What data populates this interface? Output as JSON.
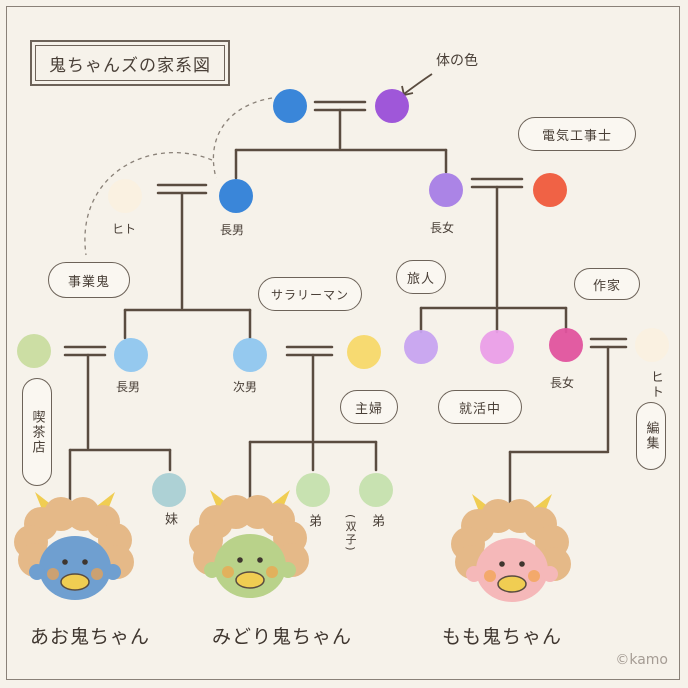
{
  "title": "鬼ちゃんズの家系図",
  "annotations": {
    "body_color": "体の色",
    "electrician": "電気工事士",
    "business_oni": "事業鬼",
    "salaryman": "サラリーマン",
    "traveler": "旅人",
    "writer": "作家",
    "cafe": "喫茶店",
    "housewife": "主婦",
    "job_hunting": "就活中",
    "editor": "編集"
  },
  "labels": {
    "hito1": "ヒト",
    "eldest_son1": "長男",
    "eldest_daughter1": "長女",
    "eldest_son2": "長男",
    "second_son": "次男",
    "eldest_daughter2": "長女",
    "hito2": "ヒト",
    "younger_sister": "妹",
    "younger_brother1": "弟",
    "younger_brother2": "弟",
    "twins": "(双子)"
  },
  "characters": {
    "ao": "あお鬼ちゃん",
    "midori": "みどり鬼ちゃん",
    "momo": "もも鬼ちゃん"
  },
  "colors": {
    "line": "#5a4c40",
    "blue": "#2f7fd8",
    "purple": "#9a4ed8",
    "cream": "#faf0e0",
    "lavender": "#a77de6",
    "red": "#ef5a3c",
    "sage": "#c9dca0",
    "lightblue": "#8fc6ef",
    "yellow": "#f7d86a",
    "lilac": "#c7a3f0",
    "pink": "#ea9ee8",
    "magenta": "#e0539e",
    "teal": "#a9cfd4",
    "mint": "#c5e0ae",
    "hair": "#e5b988",
    "horn": "#f0cd52",
    "face_blue": "#6f9fd0",
    "face_green": "#b9d28a",
    "face_pink": "#f5b8b9"
  },
  "credit": "©kamo"
}
